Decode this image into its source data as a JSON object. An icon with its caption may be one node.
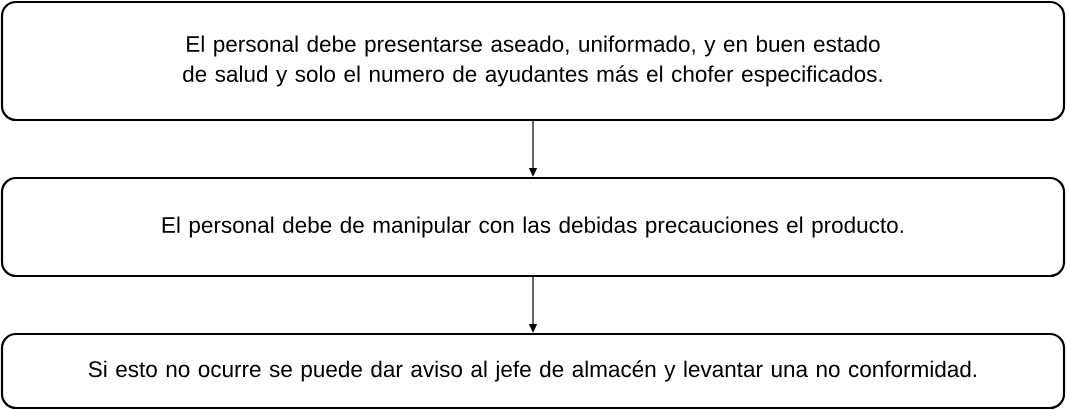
{
  "diagram": {
    "nodes": [
      {
        "text": [
          "El personal debe presentarse aseado, uniformado, y en buen estado de salud y solo el numero de ayudantes más el chofer especificados."
        ]
      },
      {
        "text": [
          "El personal debe de manipular con las debidas precauciones el producto."
        ]
      },
      {
        "text": [
          "Si esto no ocurre se puede dar aviso al jefe de almacén y levantar una no conformidad."
        ]
      }
    ],
    "edges": [
      {
        "from": 0,
        "to": 1,
        "arrow": "to"
      },
      {
        "from": 1,
        "to": 2,
        "arrow": "to"
      }
    ]
  }
}
